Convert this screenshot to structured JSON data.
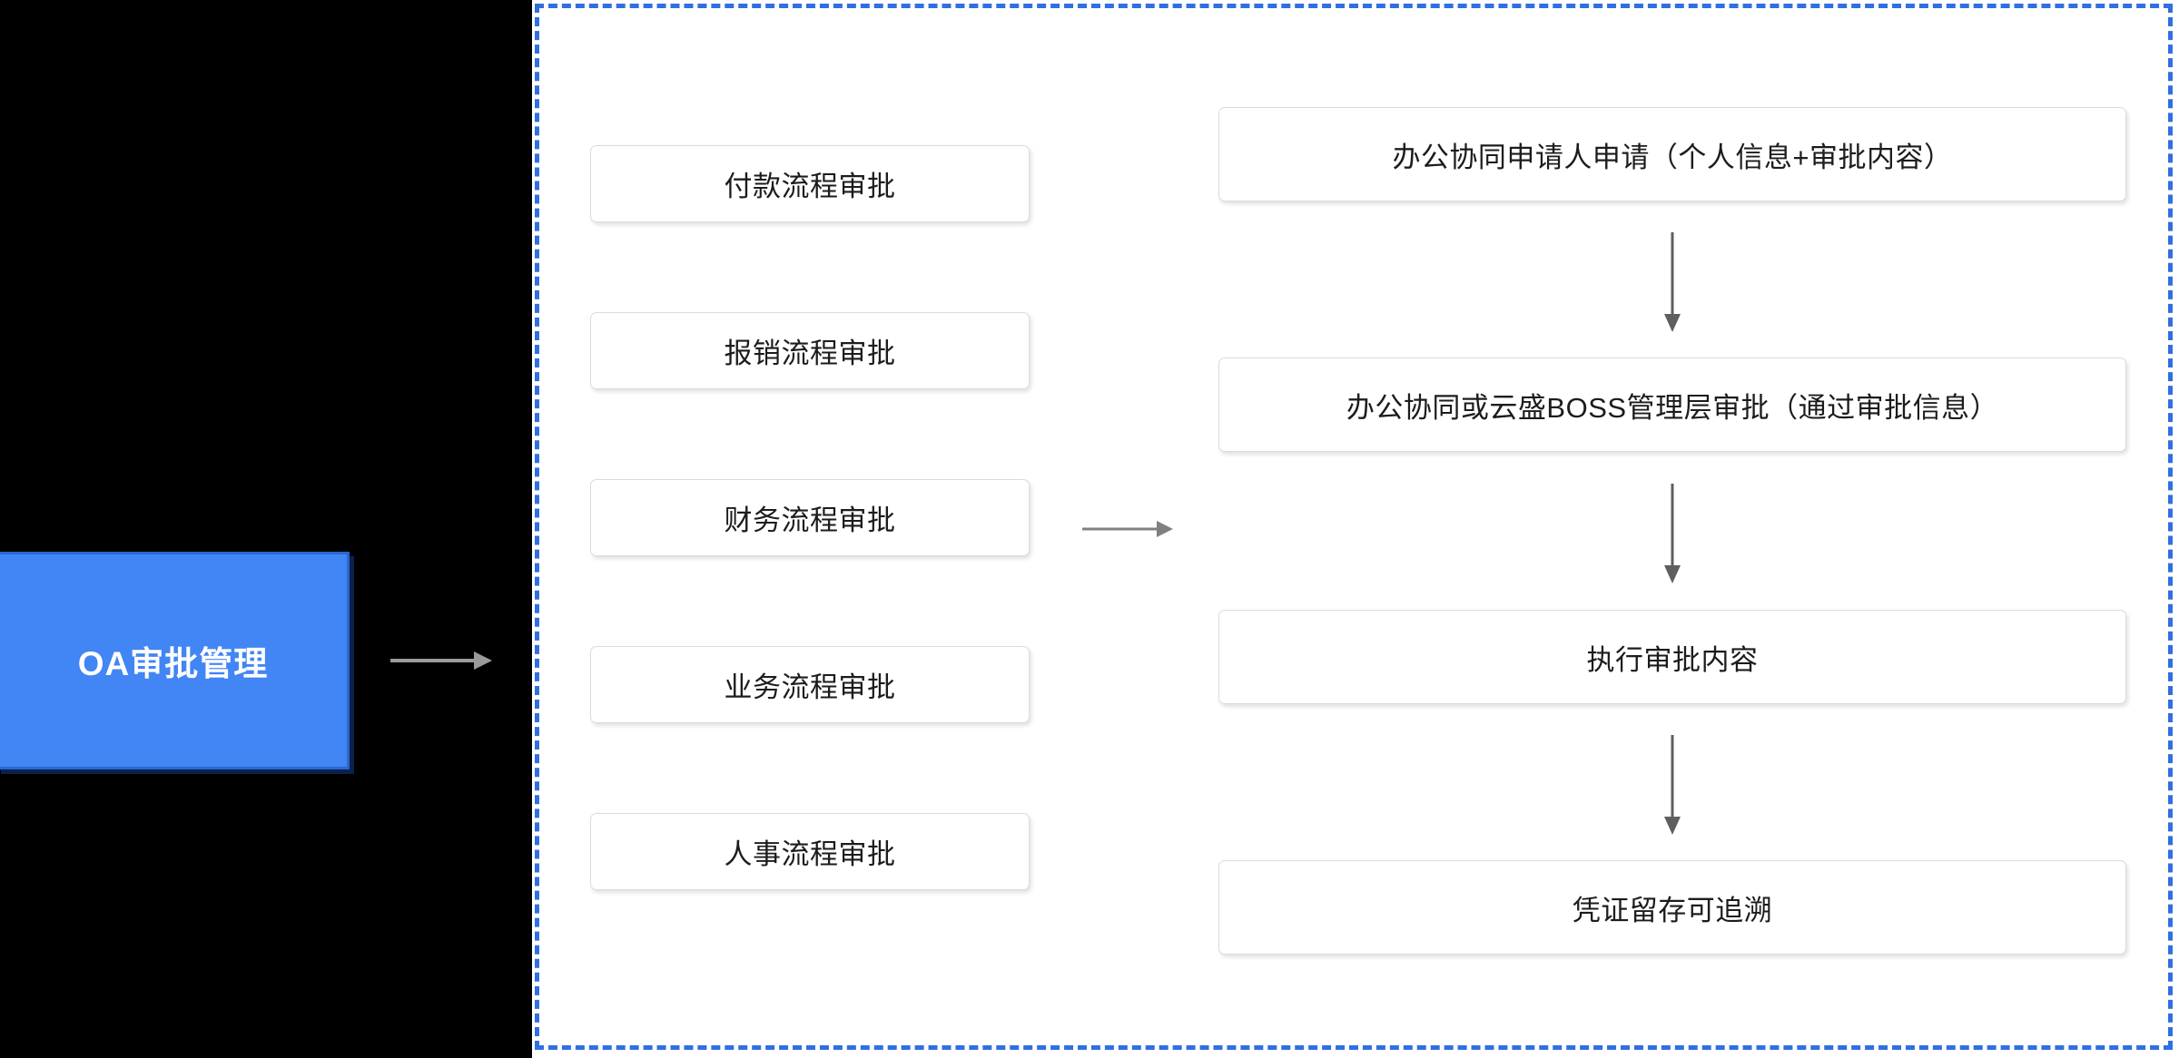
{
  "diagram": {
    "title_box": {
      "label": "OA审批管理",
      "bg_color": "#4285f4",
      "border_color": "#2a67cf",
      "text_color": "#ffffff"
    },
    "container": {
      "border_color": "#2f6fe4",
      "border_style": "dashed",
      "background": "#ffffff"
    },
    "backdrop_color": "#000000",
    "card_style": {
      "background": "#ffffff",
      "border_color": "#dcdcdc",
      "text_color": "#1c1c1c"
    },
    "approval_types": [
      {
        "label": "付款流程审批"
      },
      {
        "label": "报销流程审批"
      },
      {
        "label": "财务流程审批"
      },
      {
        "label": "业务流程审批"
      },
      {
        "label": "人事流程审批"
      }
    ],
    "process_steps": [
      {
        "label": "办公协同申请人申请（个人信息+审批内容）"
      },
      {
        "label": "办公协同或云盛BOSS管理层审批（通过审批信息）"
      },
      {
        "label": "执行审批内容"
      },
      {
        "label": "凭证留存可追溯"
      }
    ],
    "connectors": [
      {
        "name": "entry-arrow",
        "direction": "right",
        "color": "#9a9a9a"
      },
      {
        "name": "types-to-steps-arrow",
        "direction": "right",
        "color": "#808080"
      },
      {
        "name": "step-1-to-2-arrow",
        "direction": "down",
        "color": "#5f5f5f"
      },
      {
        "name": "step-2-to-3-arrow",
        "direction": "down",
        "color": "#5f5f5f"
      },
      {
        "name": "step-3-to-4-arrow",
        "direction": "down",
        "color": "#5f5f5f"
      }
    ]
  }
}
